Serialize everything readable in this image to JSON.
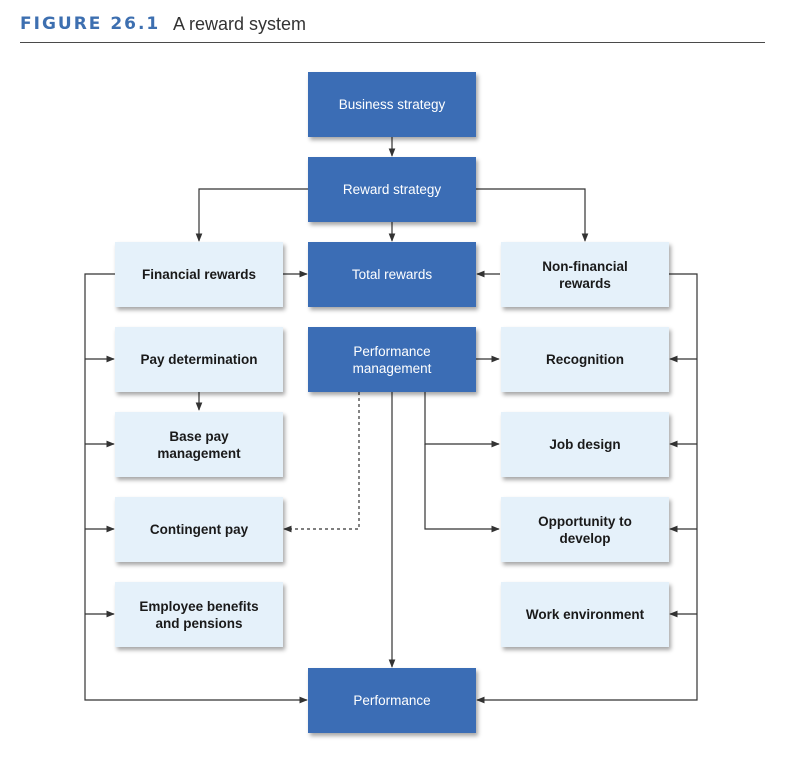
{
  "figure": {
    "number": "FIGURE 26.1",
    "title": "A reward system"
  },
  "boxes": {
    "business_strategy": "Business strategy",
    "reward_strategy": "Reward strategy",
    "financial_rewards": "Financial rewards",
    "total_rewards": "Total rewards",
    "non_financial_rewards": "Non-financial\nrewards",
    "pay_determination": "Pay determination",
    "performance_management": "Performance\nmanagement",
    "recognition": "Recognition",
    "base_pay_management": "Base pay\nmanagement",
    "job_design": "Job design",
    "contingent_pay": "Contingent pay",
    "opportunity_to_develop": "Opportunity to\ndevelop",
    "employee_benefits": "Employee benefits\nand pensions",
    "work_environment": "Work environment",
    "performance": "Performance"
  },
  "colors": {
    "dark_box": "#3b6db5",
    "light_box": "#e5f1fa",
    "figure_number": "#3d6fb0",
    "line": "#333333"
  }
}
